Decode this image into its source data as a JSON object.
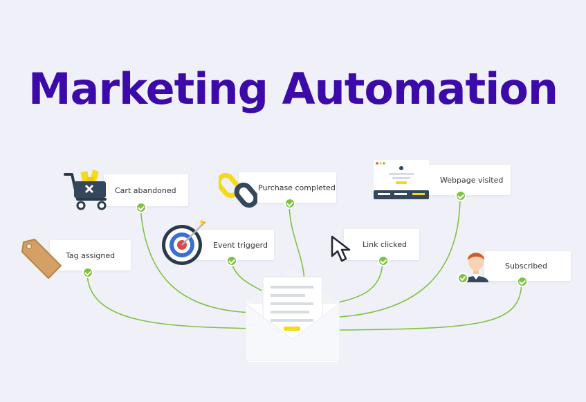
{
  "title": "Marketing Automation",
  "triggers": {
    "cart": "Cart abandoned",
    "purchase": "Purchase completed",
    "webpage": "Webpage visited",
    "tag": "Tag assigned",
    "event": "Event triggerd",
    "link": "Link clicked",
    "subscribed": "Subscribed"
  },
  "colors": {
    "title": "#3b0aa8",
    "connector": "#7fc241",
    "accent": "#f7d91c"
  }
}
